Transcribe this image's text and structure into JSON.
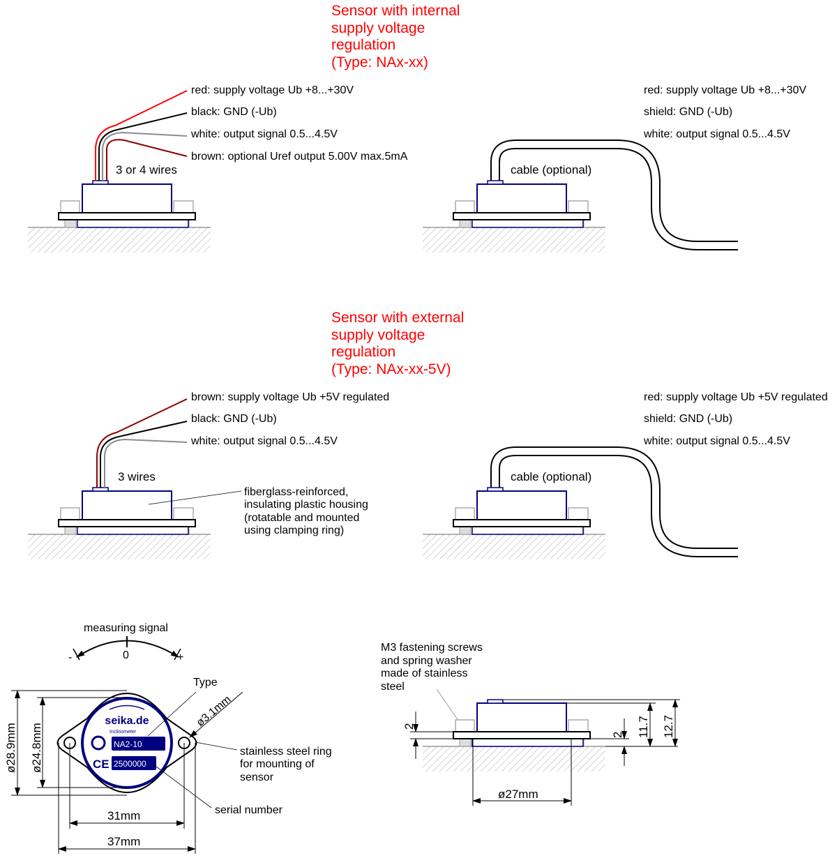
{
  "sections": {
    "internal": {
      "title": [
        "Sensor with internal",
        "supply voltage",
        "regulation",
        "(Type: NAx-xx)"
      ],
      "wires_left": [
        "red: supply voltage Ub +8...+30V",
        "black: GND (-Ub)",
        "white: output signal 0.5...4.5V",
        "brown: optional Uref output 5.00V max.5mA"
      ],
      "wire_count_label": "3 or 4 wires",
      "wires_right": [
        "red: supply voltage Ub +8...+30V",
        "shield: GND (-Ub)",
        "white: output signal 0.5...4.5V"
      ],
      "cable_label": "cable (optional)"
    },
    "external": {
      "title": [
        "Sensor with external",
        "supply voltage",
        "regulation",
        "(Type: NAx-xx-5V)"
      ],
      "wires_left": [
        "brown: supply voltage Ub +5V regulated",
        "black: GND (-Ub)",
        "white: output signal 0.5...4.5V"
      ],
      "wire_count_label": "3 wires",
      "housing_note": [
        "fiberglass-reinforced,",
        "insulating plastic housing",
        "(rotatable and mounted",
        "using clamping ring)"
      ],
      "wires_right": [
        "red: supply voltage Ub +5V regulated",
        "shield: GND (-Ub)",
        "white: output signal 0.5...4.5V"
      ],
      "cable_label": "cable (optional)"
    }
  },
  "top_view": {
    "measuring_signal": "measuring signal",
    "minus": "-",
    "zero": "0",
    "plus": "+",
    "type_label": "Type",
    "hole_dim": "ø3.1mm",
    "ring_note": [
      "stainless steel ring",
      "for mounting of",
      "sensor"
    ],
    "serial_label": "serial number",
    "dim_outer_dia": "ø28.9mm",
    "dim_inner_dia": "ø24.8mm",
    "dim_hole_spacing": "31mm",
    "dim_width": "37mm",
    "logo": "seika.de",
    "logo_sub": "Inclinometer",
    "type_value": "NA2-10",
    "ce": "CE",
    "serial_value": "2500000"
  },
  "side_view": {
    "screw_note": [
      "M3 fastening screws",
      "and spring washer",
      "made of stainless",
      "steel"
    ],
    "dim_left": "2",
    "dim_ring": "2",
    "dim_body": "11.7",
    "dim_total": "12.7",
    "dim_base": "ø27mm"
  },
  "colors": {
    "title": "#ff0000",
    "housing": "#000080",
    "brown": "#8b0000",
    "white_wire": "#8c8c8c"
  }
}
